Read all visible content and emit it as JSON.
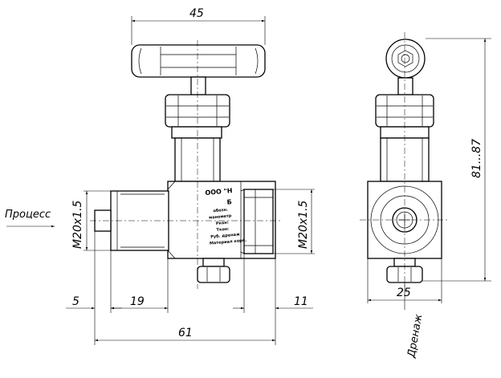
{
  "dimensions": {
    "top_width": "45",
    "left_thread": "M20x1.5",
    "right_thread": "M20x1.5",
    "nipple_len": "5",
    "body_left_len": "19",
    "outlet_len": "11",
    "total_len": "61",
    "side_height": "81...87",
    "side_width": "25"
  },
  "labels": {
    "process": "Процесс",
    "drain": "Дренаж"
  },
  "marking": {
    "brand": "ООО \"Н",
    "line2": "Б",
    "line3": "обозн.",
    "line4": "манометр",
    "line5": "Ркон:",
    "line6": "Ткон:",
    "line7": "Руб. дренаж",
    "line8": "Материал корп."
  }
}
